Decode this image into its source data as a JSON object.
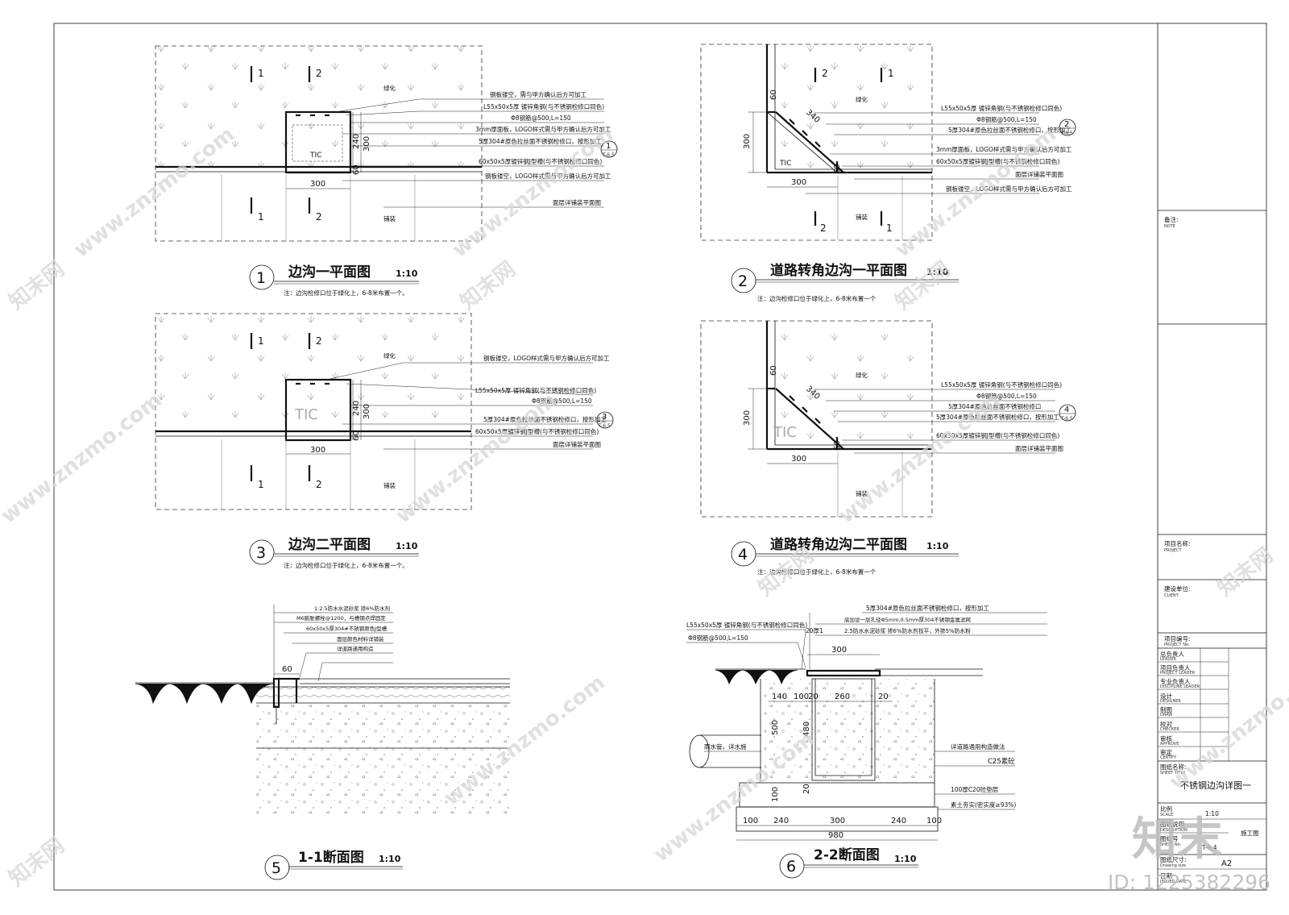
{
  "drawings": [
    {
      "number": "1",
      "title": "边沟一平面图",
      "scale": "1:10",
      "note": "注：边沟检修口位于绿化上，6-8米布置一个。",
      "cut_labels": [
        "1",
        "2",
        "1",
        "2"
      ],
      "zone_labels": {
        "upper": "绿化",
        "lower": "铺装"
      },
      "dims": [
        "240",
        "300",
        "60",
        "300"
      ],
      "callouts": [
        "钢板镂空，需与甲方确认后方可加工",
        "L55x50x5厚 镀锌角钢(与不锈钢检修口同色)",
        "Φ8钢筋@500,L=150",
        "3mm厚面板，LOGO样式需与甲方确认后方可加工",
        "5厚304#原色拉丝面不锈钢检修口，按形加工",
        "60x50x5厚镀锌钢J型槽(与不锈钢检修口同色)",
        "钢板镂空，LOGO样式需与甲方确认后方可加工",
        "面层详铺装平面图"
      ],
      "logo_text": "TIC",
      "ref": {
        "num": "1",
        "sheet": "T-6.5"
      }
    },
    {
      "number": "2",
      "title": "道路转角边沟一平面图",
      "scale": "1:10",
      "note": "注：边沟检修口位于绿化上，6-8米布置一个",
      "cut_labels": [
        "2",
        "1",
        "2",
        "1"
      ],
      "zone_labels": {
        "upper": "绿化",
        "lower": "铺装"
      },
      "dims": [
        "340",
        "300",
        "60",
        "60",
        "300"
      ],
      "callouts": [
        "L55x50x5厚 镀锌角钢(与不锈钢检修口同色)",
        "Φ8钢筋@500,L=150",
        "5厚304#原色拉丝面不锈钢检修口，按形加工",
        "3mm厚面板，LOGO样式需与甲方确认后方可加工",
        "60x50x5厚镀锌钢J型槽(与不锈钢检修口同色)",
        "面层详铺装平面图",
        "钢板镂空，LOGO样式需与甲方确认后方可加工"
      ],
      "logo_text": "TIC",
      "ref": {
        "num": "2",
        "sheet": "T-6.5"
      }
    },
    {
      "number": "3",
      "title": "边沟二平面图",
      "scale": "1:10",
      "note": "注：边沟检修口位于绿化上，6-8米布置一个。",
      "cut_labels": [
        "1",
        "2",
        "1",
        "2"
      ],
      "zone_labels": {
        "upper": "绿化",
        "lower": "铺装"
      },
      "dims": [
        "240",
        "300",
        "60",
        "300"
      ],
      "callouts": [
        "钢板镂空，LOGO样式需与甲方确认后方可加工",
        "L55x50x5厚 镀锌角钢(与不锈钢检修口同色)",
        "Φ8钢筋@500,L=150",
        "5厚304#原色拉丝面不锈钢检修口，按形加工",
        "60x50x5厚镀锌钢J型槽(与不锈钢检修口同色)",
        "面层详铺装平面图"
      ],
      "logo_text": "TIC",
      "ref": {
        "num": "3",
        "sheet": "T-6.5"
      }
    },
    {
      "number": "4",
      "title": "道路转角边沟二平面图",
      "scale": "1:10",
      "note": "注：边沟检修口位于绿化上，6-8米布置一个",
      "zone_labels": {
        "upper": "绿化",
        "lower": "铺装"
      },
      "dims": [
        "340",
        "300",
        "60",
        "60",
        "300"
      ],
      "callouts": [
        "L55x50x5厚 镀锌角钢(与不锈钢检修口同色)",
        "Φ8钢筋@500,L=150",
        "5厚304#原色拉丝面不锈钢检修口",
        "5厚304#原色拉丝面不锈钢检修口，按形加工",
        "60x50x5厚镀锌钢J型槽(与不锈钢检修口同色)",
        "面层详铺装平面图"
      ],
      "logo_text": "TIC",
      "ref": {
        "num": "4",
        "sheet": "T-6.5"
      }
    },
    {
      "number": "5",
      "title": "1-1断面图",
      "scale": "1:10",
      "dims": [
        "60"
      ],
      "callouts": [
        "1:2.5防水水泥砂浆 掺6%防水剂",
        "M6膨胀螺栓@1200，与槽钢点焊固定",
        "60x50x5厚304#不锈钢原色J型槽",
        "面层颜色材料详铺装",
        "详道路通用构造"
      ]
    },
    {
      "number": "6",
      "title": "2-2断面图",
      "scale": "1:10",
      "dims_top": [
        "140",
        "100",
        "20",
        "260",
        "20",
        "300"
      ],
      "dims_side": [
        "500",
        "480",
        "100",
        "20"
      ],
      "dims_bottom": [
        "100",
        "240",
        "300",
        "240",
        "100"
      ],
      "dim_total": "980",
      "callouts_left": [
        "L55x50x5厚 镀锌角钢(与不锈钢检修口同色)",
        "Φ8钢筋@500,L=150"
      ],
      "callouts_top": [
        "5厚304#原色拉丝面不锈钢检修口，按形加工",
        "底加设一层孔径Φ5mm,0.5mm厚304不锈钢金属滤网",
        "2.5防水水泥砂浆 掺6%防水剂找平，外掺5%防水粉"
      ],
      "callout_20": "20厚1",
      "callout_pipe": "雨水管，详水施",
      "callouts_right": [
        "详道路通用构造做法",
        "C25素砼",
        "100厚C20砼垫层",
        "素土夯实(密实度≥93%)"
      ]
    }
  ],
  "title_block": {
    "note_label": "备注:",
    "note_en": "NOTE",
    "project_label": "项目名称:",
    "project_en": "PROJECT",
    "client_label": "建设单位:",
    "client_en": "CLIENT",
    "project_no_label": "项目编号:",
    "project_no_en": "PROJECT No.",
    "roles": [
      {
        "cn": "总负责人",
        "en": "LEADER"
      },
      {
        "cn": "项目负责人",
        "en": "PROJECT LEADER"
      },
      {
        "cn": "专业负责人",
        "en": "DISCIPLINE LEADER"
      },
      {
        "cn": "设计",
        "en": "DESIGNER"
      },
      {
        "cn": "制图",
        "en": "DRAW"
      },
      {
        "cn": "校对",
        "en": "CHECKER"
      },
      {
        "cn": "审核",
        "en": "APPROVE"
      },
      {
        "cn": "审定",
        "en": "CERTIFY"
      }
    ],
    "sheet_title_label": "图纸名称:",
    "sheet_title_en": "SHEET TITLE",
    "sheet_title": "不锈钢边沟详图一",
    "scale_label": "比例",
    "scale_en": "SCALE",
    "scale_value": "1:10",
    "desc_label": "图纸说明",
    "desc_en": "DESCRIPTION",
    "desc_value": "施工图",
    "sheet_no_label": "图纸号",
    "sheet_no_en": "SHEET No.",
    "sheet_no": "T-6.4",
    "size_label": "图纸尺寸:",
    "size_en": "Drawing size",
    "size_value": "A2",
    "date_label": "日期",
    "date_en": "ISSUED DATE"
  },
  "watermark": {
    "text": "www.znzmo.com",
    "brand_cn": "知末网",
    "logo_cn": "知末",
    "id_text": "ID: 1225382296"
  }
}
